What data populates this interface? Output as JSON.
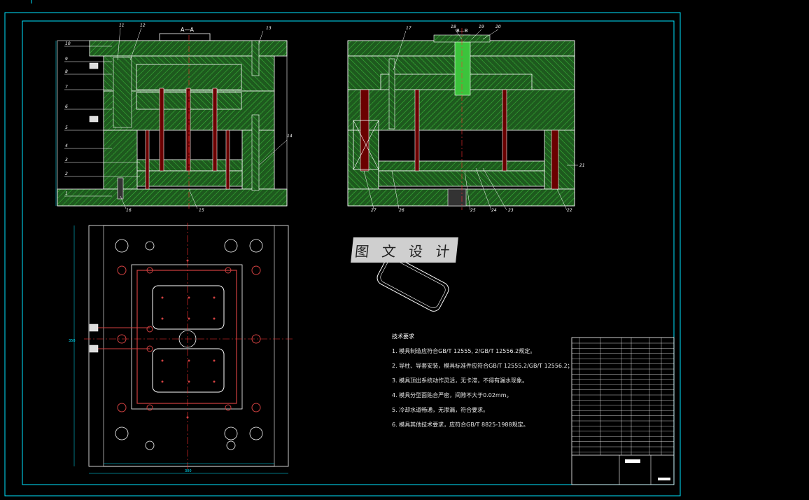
{
  "drawing": {
    "section_label_main": "A—A",
    "section_label_side": "B—B",
    "watermark": "图 文 设 计",
    "dim_overall_width": "300",
    "dim_overall_height": "350"
  },
  "main_section_callouts": [
    "10",
    "9",
    "8",
    "7",
    "6",
    "5",
    "4",
    "3",
    "2",
    "1",
    "11",
    "12",
    "13",
    "14",
    "15",
    "16"
  ],
  "side_section_callouts": [
    "17",
    "18",
    "19",
    "20",
    "21",
    "22",
    "23",
    "24",
    "25",
    "26",
    "27"
  ],
  "tech_notes": {
    "title": "技术要求",
    "items": [
      "1. 模具制造应符合GB/T 12555, 2/GB/T 12556.2规定。",
      "2. 导柱、导套安装，模具标准件应符合GB/T 12555.2/GB/T 12556.2；",
      "3. 模具顶出系统动作灵活，无卡滞，不得有漏水现象。",
      "4. 模具分型面贴合严密，间隙不大于0.02mm。",
      "5. 冷却水道畅通，无渗漏，符合要求。",
      "6. 模具其他技术要求，应符合GB/T 8825-1988规定。"
    ]
  },
  "colors": {
    "background": "#000000",
    "frame": "#00e5ff",
    "plate": "#1f6a1f",
    "hatch": "#3cc43c",
    "outline": "#ffffff",
    "center_line": "#ff3030",
    "pin": "#d04040"
  }
}
